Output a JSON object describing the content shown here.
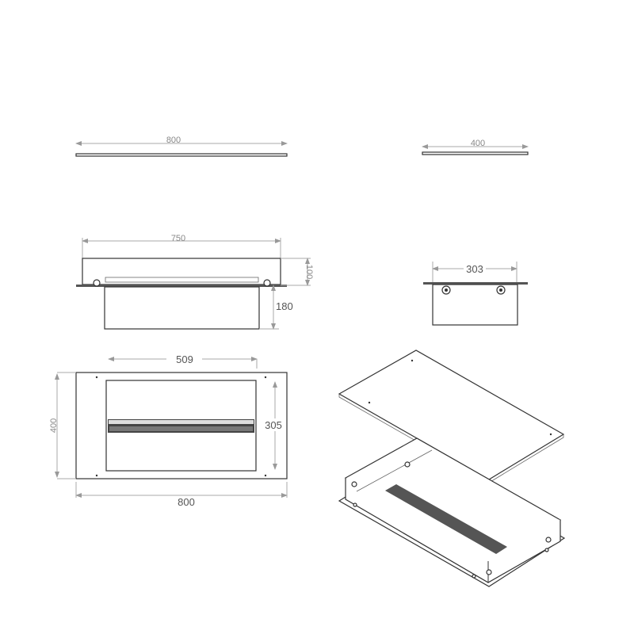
{
  "dimensions": {
    "top_plate_width": "800",
    "side_plate_width": "400",
    "front_top_width": "750",
    "front_top_height": "100",
    "front_box_depth": "180",
    "side_box_width": "303",
    "plan_inner_width": "509",
    "plan_inner_height": "305",
    "plan_outer_height": "400",
    "plan_outer_width": "800"
  },
  "colors": {
    "line": "#333333",
    "dimension": "#aaaaaa"
  }
}
